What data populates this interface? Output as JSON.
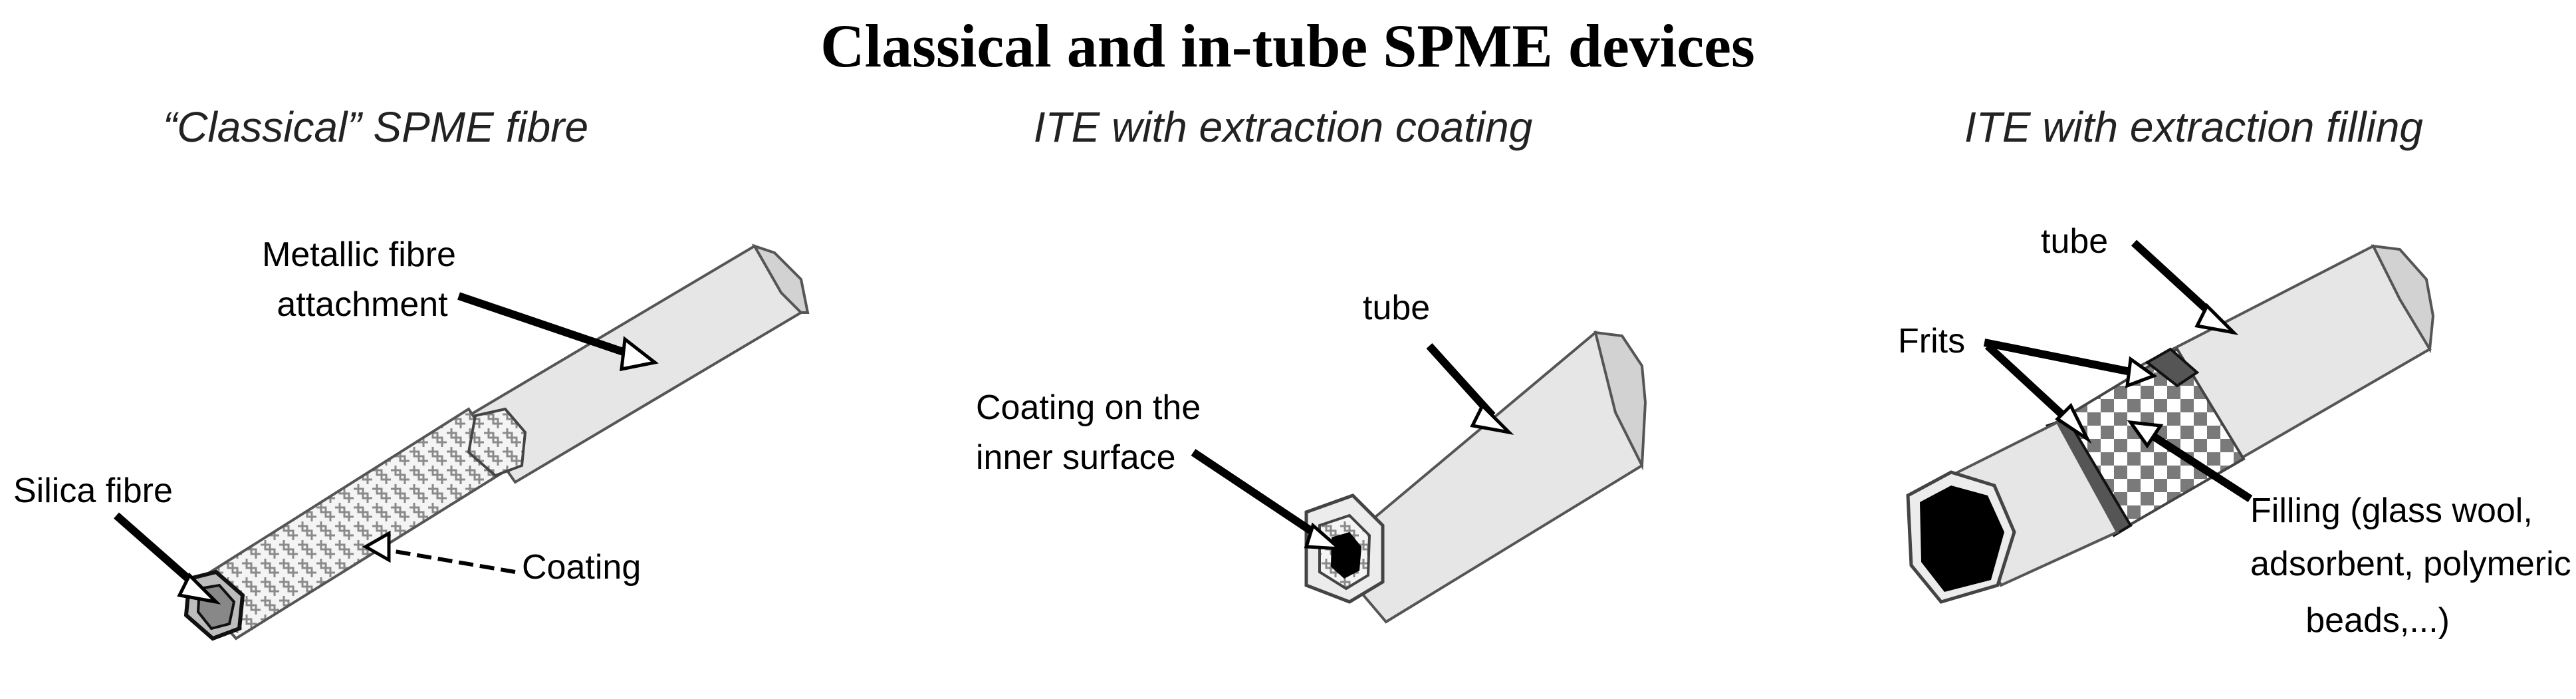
{
  "title": "Classical and in-tube SPME devices",
  "panels": [
    {
      "heading": "“Classical” SPME fibre",
      "labels": {
        "metallic_line1": "Metallic fibre",
        "metallic_line2": "attachment",
        "silica": "Silica fibre",
        "coating": "Coating"
      }
    },
    {
      "heading": "ITE with extraction coating",
      "labels": {
        "tube": "tube",
        "coating_line1": "Coating on the",
        "coating_line2": "inner surface"
      }
    },
    {
      "heading": "ITE with extraction filling",
      "labels": {
        "tube": "tube",
        "frits": "Frits",
        "filling_line1": "Filling (glass wool,",
        "filling_line2": "adsorbent, polymeric",
        "filling_line3": "beads,...)"
      }
    }
  ]
}
